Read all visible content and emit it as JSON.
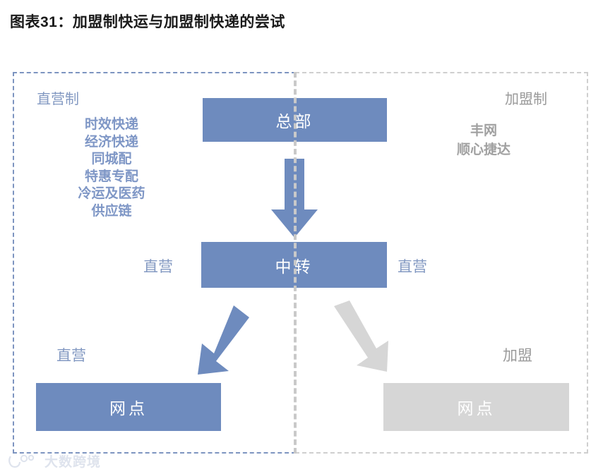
{
  "title": "图表31：加盟制快运与加盟制快递的尝试",
  "colors": {
    "blue_box": "#6e8bbe",
    "gray_box": "#d6d6d6",
    "blue_text": "#8399c2",
    "gray_text": "#9a9a9a",
    "blue_dashed_border": "#7d94c0",
    "gray_dashed_border": "#cfcfcf",
    "divider": "#c9c9c9"
  },
  "left_section": {
    "header": "直营制",
    "business_lines": [
      "时效快递",
      "经济快递",
      "同城配",
      "特惠专配",
      "冷运及医药",
      "供应链"
    ],
    "mid_label": "直营",
    "bottom_label": "直营",
    "outlet_box": "网点"
  },
  "right_section": {
    "header": "加盟制",
    "business_lines": [
      "丰网",
      "顺心捷达"
    ],
    "mid_label": "直营",
    "bottom_label": "加盟",
    "outlet_box": "网点"
  },
  "nodes": {
    "headquarters": "总部",
    "transfer": "中转"
  },
  "arrows": {
    "hq_to_transfer": "down-arrow",
    "transfer_to_left_outlet": "diagonal-down-left-arrow",
    "transfer_to_right_outlet": "diagonal-down-right-arrow"
  },
  "watermark": {
    "text": "大数跨境"
  }
}
